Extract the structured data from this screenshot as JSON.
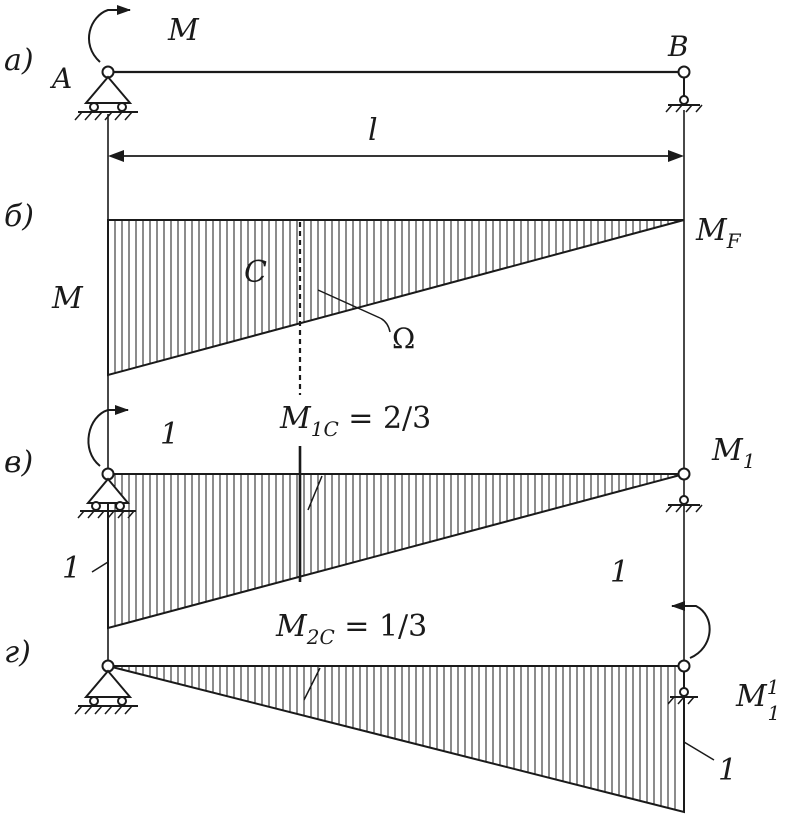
{
  "labels": {
    "part_a": "а)",
    "part_b": "б)",
    "part_v": "в)",
    "part_g": "г)",
    "node_a": "A",
    "node_b": "B",
    "moment_m": "M",
    "length": "l",
    "m_f": "M",
    "m_f_sub": "F",
    "centroid": "C",
    "m_left": "M",
    "omega": "Ω",
    "m1c": "M",
    "m1c_sub": "1C",
    "m1c_value": " = 2/3",
    "m2c": "M",
    "m2c_sub": "2C",
    "m2c_value": " = 1/3",
    "m1": "M",
    "m1_sub": "1",
    "unit_moment_v": "1",
    "ord_left_v": "1",
    "right_one_v": "1",
    "m1prime": "M",
    "m1prime_sup": "1",
    "m1prime_sub": "1",
    "ord_right_g": "1"
  },
  "colors": {
    "ink": "#1a1a1a"
  },
  "icons": [
    "pin-support-icon",
    "roller-support-icon",
    "moment-arrow-icon",
    "dimension-arrow-icon",
    "hinge-icon"
  ]
}
